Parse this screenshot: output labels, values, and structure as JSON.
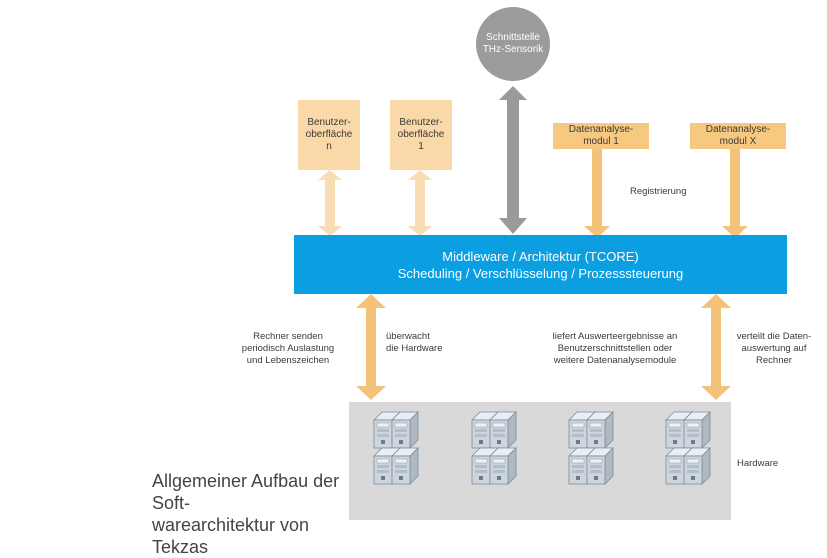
{
  "interface": {
    "label": "Schnittstelle\nTHz-Sensorik"
  },
  "ui_boxes": [
    {
      "label": "Benutzer-\noberfläche\nn"
    },
    {
      "label": "Benutzer-\noberfläche\n1"
    }
  ],
  "analysis_boxes": [
    {
      "label": "Datenanalyse-\nmodul 1"
    },
    {
      "label": "Datenanalyse-\nmodul X"
    }
  ],
  "registration_label": "Registrierung",
  "middleware": {
    "line1": "Middleware / Architektur (TCORE)",
    "line2": "Scheduling / Verschlüsselung / Prozesssteuerung"
  },
  "arrow_labels": {
    "left_outer": "Rechner senden\nperiodisch Auslastung\nund Lebenszeichen",
    "left_inner": "überwacht\ndie Hardware",
    "right_outer": "liefert Auswerteergebnisse an\nBenutzerschnittstellen oder\nweitere Datenanalysemodule",
    "right_inner": "verteilt die Daten-\nauswertung auf\nRechner"
  },
  "hardware_label": "Hardware",
  "caption": "Allgemeiner Aufbau der Soft-\nwarearchitektur von Tekzas",
  "colors": {
    "box_fill": "#fad9a8",
    "analysis_fill": "#f7c87f",
    "arrow_light": "#f8ddb4",
    "arrow_orange": "#f5c27a",
    "arrow_gray": "#9a9a9a",
    "middleware": "#0b9ee0",
    "hardware_panel": "#d9d9d9"
  }
}
